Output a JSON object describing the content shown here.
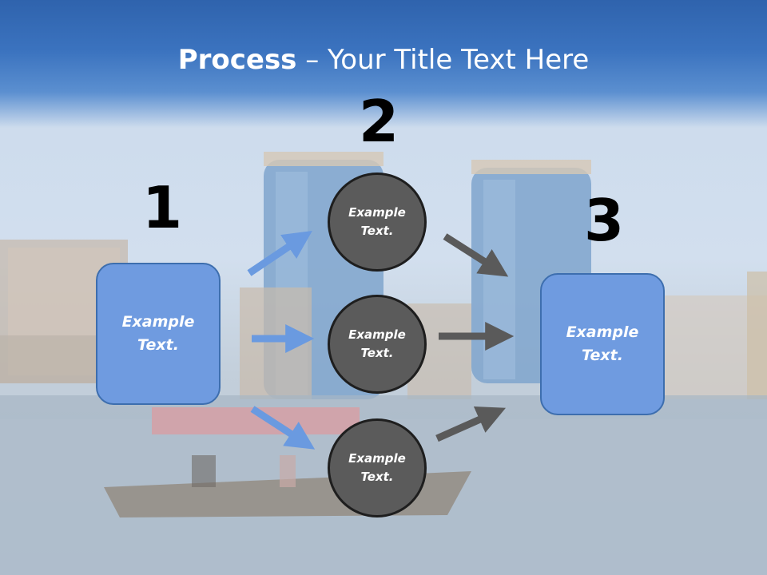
{
  "slide": {
    "title_bold": "Process",
    "title_rest": " – Your Title Text Here"
  },
  "steps": {
    "one": "1",
    "two": "2",
    "three": "3"
  },
  "boxes": {
    "left": "Example\nText.",
    "right": "Example\nText."
  },
  "circles": {
    "top": "Example\nText.",
    "middle": "Example\nText.",
    "bottom": "Example\nText."
  },
  "colors": {
    "title_band": "#3b73bf",
    "box_fill": "#6f9be0",
    "box_border": "#3d6eae",
    "circle_fill": "#5b5b5b",
    "blue_arrow": "#6a9ae0",
    "gray_arrow": "#5a5a5a"
  }
}
